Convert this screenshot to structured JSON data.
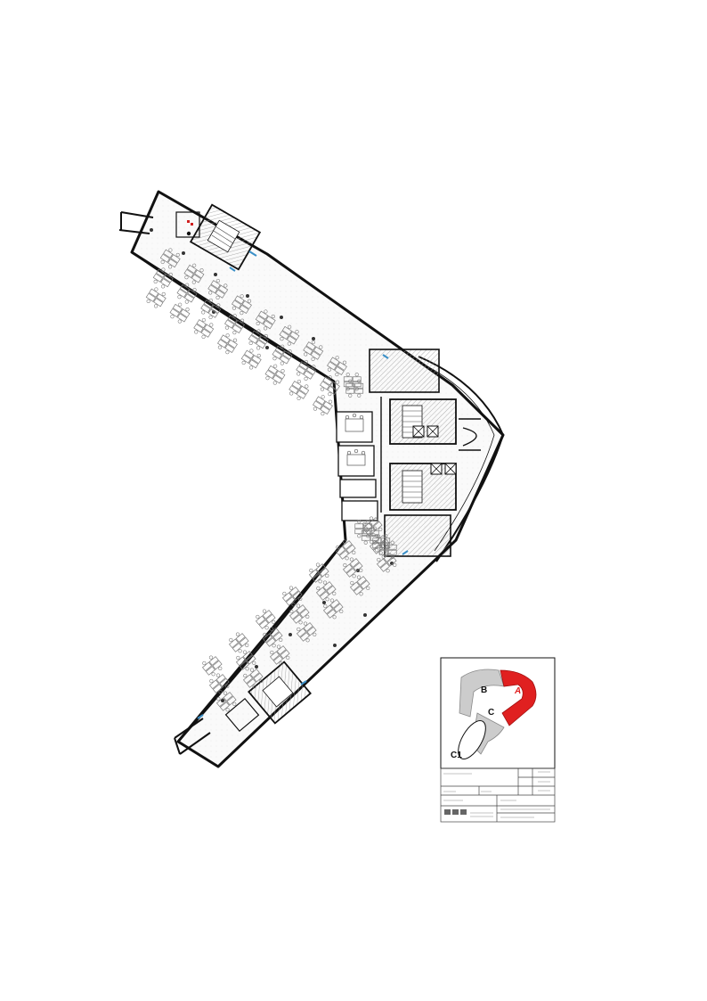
{
  "page": {
    "background": "#ffffff"
  },
  "floor_plan": {
    "wall_color": "#111111",
    "hatch_color": "#9a9a9a",
    "furniture_color": "#7a7a7a",
    "accent_color": "#3a8fc7"
  },
  "key_plan": {
    "highlight_color": "#e02020",
    "zones": [
      {
        "label": "A",
        "highlighted": true
      },
      {
        "label": "B",
        "highlighted": false
      },
      {
        "label": "C",
        "highlighted": false
      },
      {
        "label": "C1",
        "highlighted": false
      }
    ]
  },
  "title_block": {
    "grid_color": "#444444"
  }
}
